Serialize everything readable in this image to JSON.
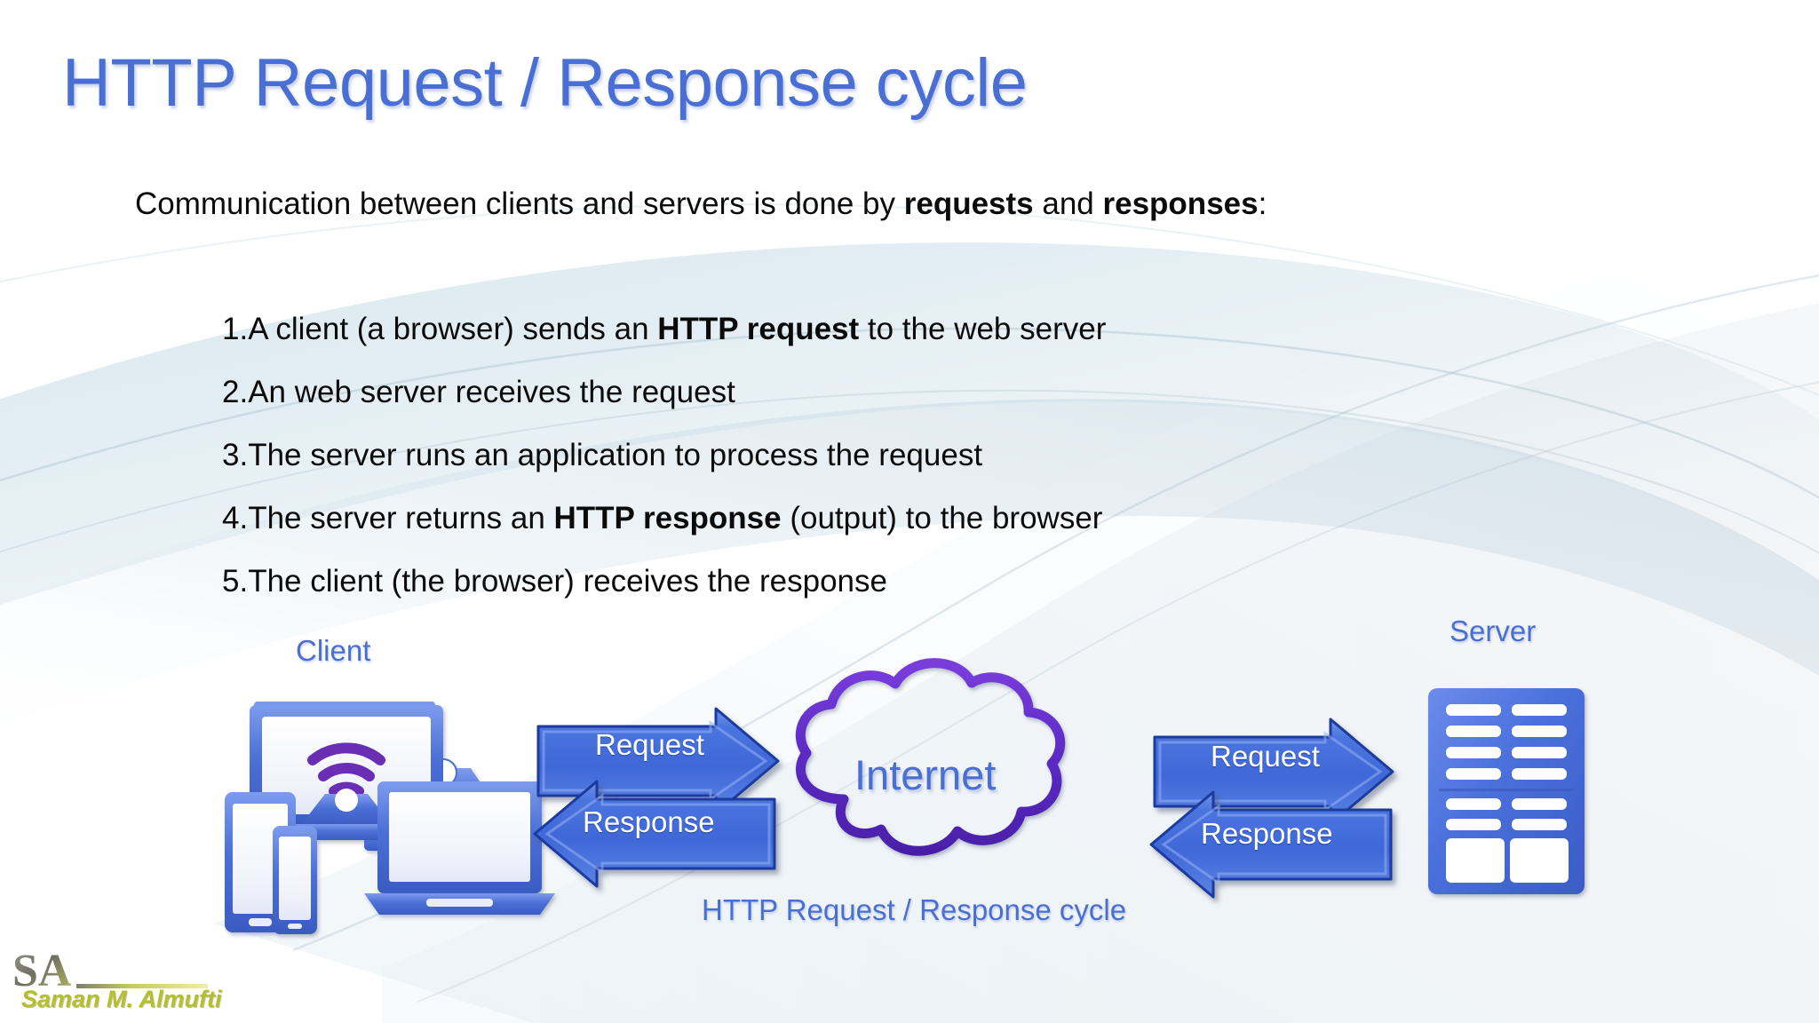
{
  "slide": {
    "title": "HTTP Request / Response cycle",
    "intro": {
      "before": "Communication between clients and servers is done by ",
      "bold1": "requests",
      "middle": " and ",
      "bold2": "responses",
      "after": ":"
    },
    "steps": [
      {
        "num": "1.",
        "before": "A client (a browser) sends an ",
        "bold": "HTTP request",
        "after": " to the web server"
      },
      {
        "num": "2.",
        "before": "An web server receives the request",
        "bold": "",
        "after": ""
      },
      {
        "num": "3.",
        "before": "The server runs an application to process the request",
        "bold": "",
        "after": ""
      },
      {
        "num": "4.",
        "before": "The server returns an ",
        "bold": "HTTP response",
        "after": " (output) to the browser"
      },
      {
        "num": "5.",
        "before": "The client (the browser) receives the response",
        "bold": "",
        "after": ""
      }
    ],
    "diagram": {
      "client_label": "Client",
      "server_label": "Server",
      "internet_label": "Internet",
      "caption": "HTTP Request / Response cycle",
      "arrows": [
        {
          "id": "request-left",
          "label": "Request",
          "direction": "right"
        },
        {
          "id": "response-left",
          "label": "Response",
          "direction": "left"
        },
        {
          "id": "request-right",
          "label": "Request",
          "direction": "right"
        },
        {
          "id": "response-right",
          "label": "Response",
          "direction": "left"
        }
      ],
      "client_devices": [
        "monitor",
        "tablet",
        "phone",
        "laptop"
      ],
      "monitor_icon": "wifi-icon"
    },
    "logo": {
      "monogram": "SA",
      "name": "Saman M. Almufti"
    },
    "colors": {
      "title_blue": "#4a6fd4",
      "arrow_blue": "#4169d8",
      "arrow_border": "#1e3a9e",
      "cloud_purple": "#5b2bc4",
      "wifi_purple": "#6a2fb5",
      "device_blue": "#4a6fd4",
      "body_text": "#0b0b0b",
      "logo_olive": "#b5bf2a",
      "background": "#ffffff"
    }
  }
}
